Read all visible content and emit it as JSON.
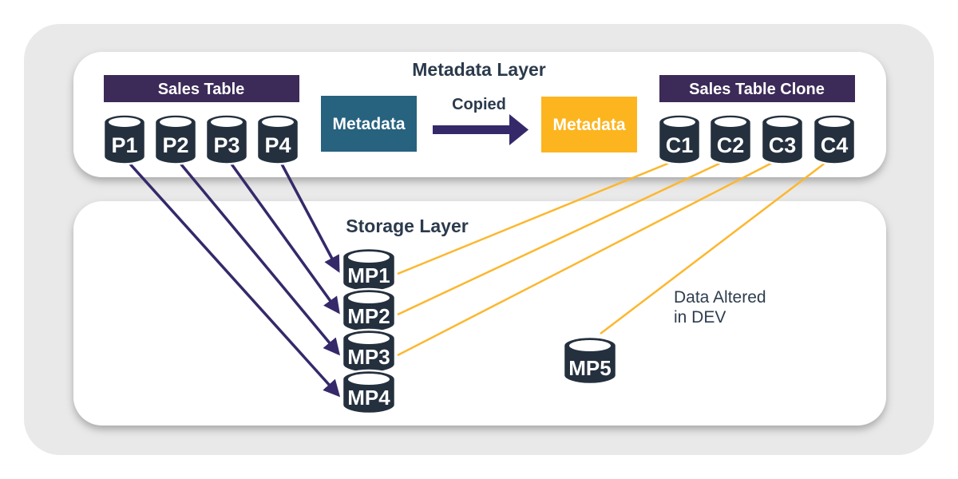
{
  "colors": {
    "background": "#ffffff",
    "canvas": "#e9e9e9",
    "panel": "#ffffff",
    "cylinder_navy": "#24303e",
    "text_navy": "#2b3a4c",
    "purple_header": "#3c2a58",
    "teal_box": "#27627f",
    "yellow_box": "#fcb51f",
    "yellow_line": "#fcb72e",
    "purple_arrow": "#35296a"
  },
  "metadata_layer": {
    "title": "Metadata Layer",
    "source_table": {
      "label": "Sales Table",
      "partitions": [
        "P1",
        "P2",
        "P3",
        "P4"
      ]
    },
    "source_metadata_label": "Metadata",
    "copied_label": "Copied",
    "clone_metadata_label": "Metadata",
    "clone_table": {
      "label": "Sales Table Clone",
      "partitions": [
        "C1",
        "C2",
        "C3",
        "C4"
      ]
    }
  },
  "storage_layer": {
    "title": "Storage Layer",
    "micro_partitions": [
      "MP1",
      "MP2",
      "MP3",
      "MP4"
    ],
    "altered_partition": "MP5",
    "annotation_line1": "Data Altered",
    "annotation_line2": "in DEV"
  },
  "connections": {
    "purple_edges": [
      {
        "from": "P1",
        "to": "MP4"
      },
      {
        "from": "P2",
        "to": "MP3"
      },
      {
        "from": "P3",
        "to": "MP2"
      },
      {
        "from": "P4",
        "to": "MP1"
      }
    ],
    "yellow_edges": [
      {
        "from": "C1",
        "to": "MP1"
      },
      {
        "from": "C2",
        "to": "MP2"
      },
      {
        "from": "C3",
        "to": "MP3"
      },
      {
        "from": "C4",
        "to": "MP5"
      }
    ]
  }
}
